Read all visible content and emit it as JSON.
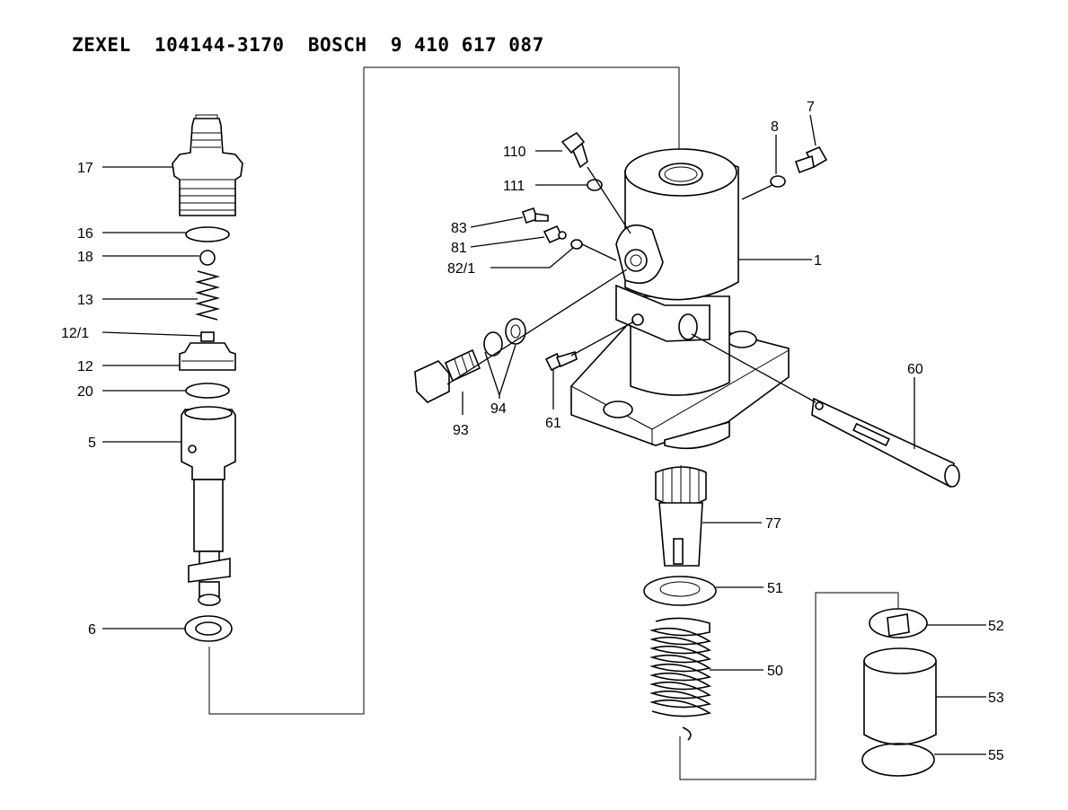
{
  "header": {
    "title": "ZEXEL  104144-3170  BOSCH  9 410 617 087"
  },
  "labels": {
    "p17": "17",
    "p16": "16",
    "p18": "18",
    "p13": "13",
    "p12_1": "12/1",
    "p12": "12",
    "p20": "20",
    "p5": "5",
    "p6": "6",
    "p110": "110",
    "p111": "111",
    "p83": "83",
    "p81": "81",
    "p82_1": "82/1",
    "p93": "93",
    "p94": "94",
    "p61": "61",
    "p8": "8",
    "p7": "7",
    "p1": "1",
    "p60": "60",
    "p77": "77",
    "p51": "51",
    "p50": "50",
    "p52": "52",
    "p53": "53",
    "p55": "55"
  }
}
